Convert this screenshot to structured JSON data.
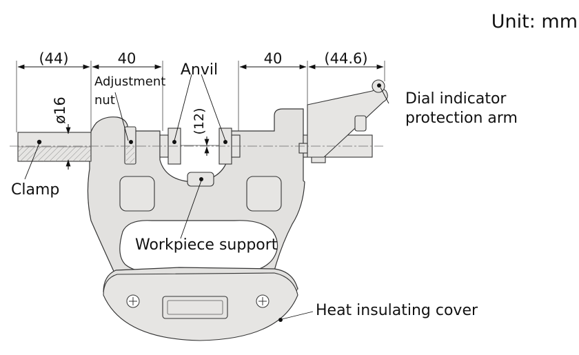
{
  "unit_label": "Unit: mm",
  "dimensions": {
    "clamp_length": "(44)",
    "nut_span": "40",
    "right_span": "40",
    "arm_span": "(44.6)",
    "diameter": "ø16",
    "anvil_gap": "(12)"
  },
  "labels": {
    "adjustment_nut": [
      "Adjustment",
      "nut"
    ],
    "anvil": "Anvil",
    "dial_indicator_arm": [
      "Dial indicator",
      "protection arm"
    ],
    "clamp": "Clamp",
    "workpiece_support": "Workpiece support",
    "heat_insulating_cover": "Heat insulating cover"
  },
  "colors": {
    "body": "#e2e1df",
    "outline": "#333333",
    "hatch": "#8a8a8a"
  }
}
